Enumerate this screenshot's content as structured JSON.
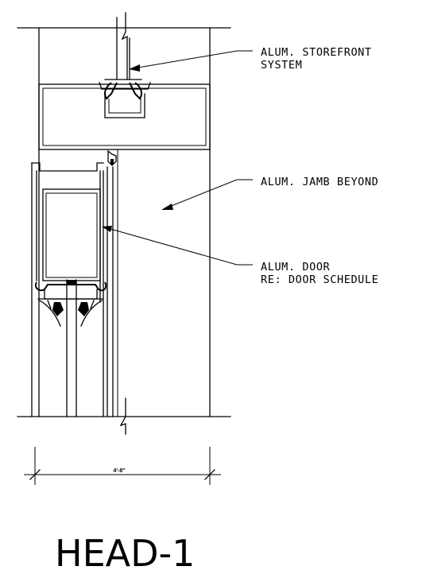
{
  "labels": {
    "storefront_1": "ALUM. STOREFRONT",
    "storefront_2": "SYSTEM",
    "jamb": "ALUM. JAMB BEYOND",
    "door_1": "ALUM. DOOR",
    "door_2": "RE: DOOR SCHEDULE"
  },
  "dimension": "4'-8\"",
  "title": "HEAD-1"
}
